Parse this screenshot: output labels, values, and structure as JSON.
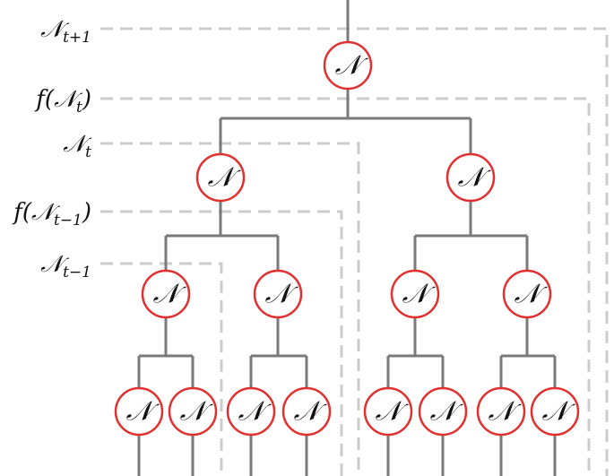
{
  "colors": {
    "node_stroke": "#e03030",
    "tree_line": "#7a7a7a",
    "dashed_line": "#cccccc"
  },
  "node_symbol": "𝒩",
  "labels": {
    "n_t_plus_1": {
      "base": "𝒩",
      "sub": "t+1"
    },
    "f_n_t": {
      "prefix": "f(",
      "base": "𝒩",
      "sub": "t",
      "suffix": ")"
    },
    "n_t": {
      "base": "𝒩",
      "sub": "t"
    },
    "f_n_t_minus_1": {
      "prefix": "f(",
      "base": "𝒩",
      "sub": "t−1",
      "suffix": ")"
    },
    "n_t_minus_1": {
      "base": "𝒩",
      "sub": "t−1"
    }
  }
}
